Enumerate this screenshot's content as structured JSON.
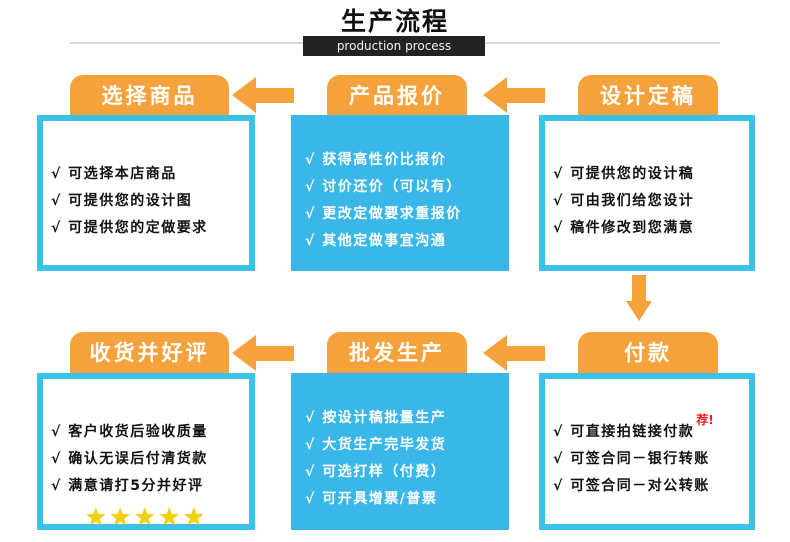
{
  "header": {
    "title": "生产流程",
    "subtitle": "production process"
  },
  "steps": {
    "select": {
      "label": "选择商品",
      "lines": [
        "√ 可选择本店商品",
        "√ 可提供您的设计图",
        "√ 可提供您的定做要求"
      ]
    },
    "quote": {
      "label": "产品报价",
      "lines": [
        "√ 获得高性价比报价",
        "√ 讨价还价（可以有）",
        "√ 更改定做要求重报价",
        "√ 其他定做事宜沟通"
      ]
    },
    "design": {
      "label": "设计定稿",
      "lines": [
        "√ 可提供您的设计稿",
        "√ 可由我们给您设计",
        "√ 稿件修改到您满意"
      ]
    },
    "pay": {
      "label": "付款",
      "lines": [
        "√ 可直接拍链接付款",
        "√ 可签合同－银行转账",
        "√ 可签合同－对公转账"
      ],
      "badge": "荐!"
    },
    "produce": {
      "label": "批发生产",
      "lines": [
        "√ 按设计稿批量生产",
        "√ 大货生产完毕发货",
        "√ 可选打样（付费）",
        "√ 可开具增票/普票"
      ]
    },
    "review": {
      "label": "收货并好评",
      "lines": [
        "√ 客户收货后验收质量",
        "√ 确认无误后付清货款",
        "√ 满意请打5分并好评"
      ],
      "rating": 5
    }
  },
  "colors": {
    "label": "#f5a23c",
    "box_border": "#3ac2ea",
    "box_fill": "#3ab7e9",
    "arrow": "#f5a23c",
    "star": "#f4d100"
  },
  "icons": {
    "arrow": "arrow-icon",
    "star": "star-icon"
  }
}
